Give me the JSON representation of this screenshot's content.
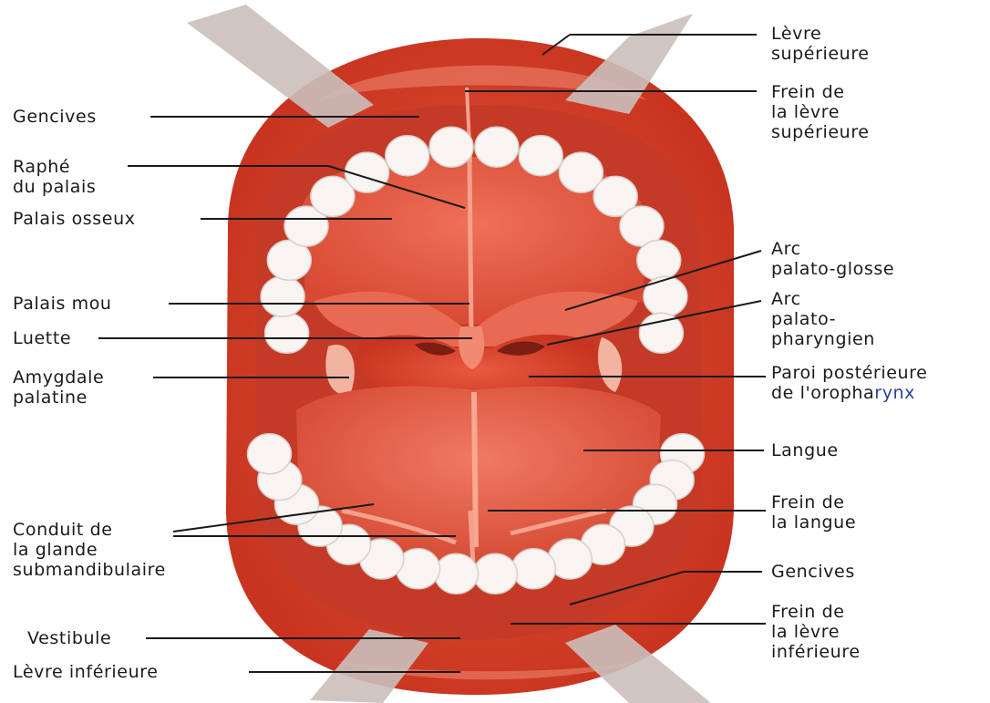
{
  "labels": {
    "levre_superieure": "Lèvre\nsupérieure",
    "frein_levre_sup": "Frein de\nla lèvre\nsupérieure",
    "gencives_haut": "Gencives",
    "raphe": "Raphé\ndu palais",
    "palais_osseux": "Palais osseux",
    "arc_palato_glosse": "Arc\npalato-glosse",
    "palais_mou": "Palais mou",
    "arc_palato_pharyngien": "Arc\npalato-\npharyngien",
    "luette": "Luette",
    "amygdale": "Amygdale\npalatine",
    "paroi_prefix": "Paroi postérieure\nde l'oropha",
    "paroi_suffix": "rynx",
    "langue": "Langue",
    "conduit": "Conduit de\nla glande\nsubmandibulaire",
    "frein_langue": "Frein de\nla langue",
    "gencives_bas": "Gencives",
    "frein_levre_inf": "Frein de\nla lèvre\ninférieure",
    "vestibule": "Vestibule",
    "levre_inferieure": "Lèvre inférieure"
  },
  "colors": {
    "lip": "#d9412c",
    "mouth": "#e0543c",
    "palate": "#e65a45",
    "teeth": "#f7f4f2",
    "throat": "#8c2418",
    "leader_lines": "#1a1a1a",
    "accent_text": "#2a3f9a"
  }
}
